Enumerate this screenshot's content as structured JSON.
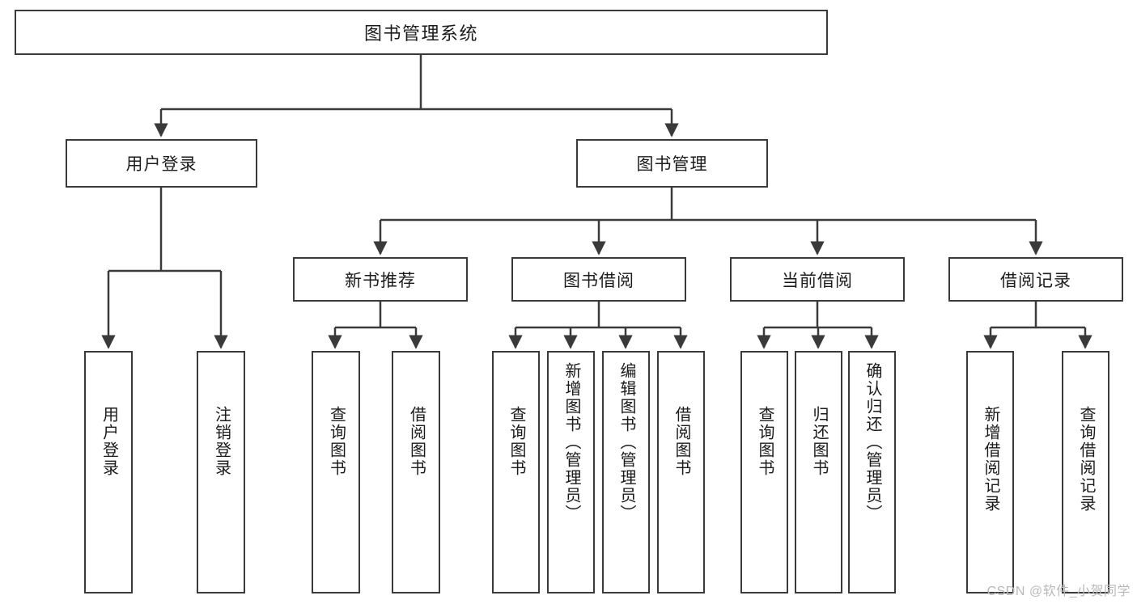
{
  "diagram": {
    "title": "图书管理系统",
    "root": {
      "id": "root",
      "label": "图书管理系统"
    },
    "level1": [
      {
        "id": "user-login",
        "label": "用户登录"
      },
      {
        "id": "book-manage",
        "label": "图书管理"
      }
    ],
    "level2": [
      {
        "id": "new-book-recommend",
        "label": "新书推荐"
      },
      {
        "id": "book-borrow",
        "label": "图书借阅"
      },
      {
        "id": "current-borrow",
        "label": "当前借阅"
      },
      {
        "id": "borrow-record",
        "label": "借阅记录"
      }
    ],
    "leaves": {
      "user_login": [
        {
          "id": "leaf-user-login",
          "label": "用户登录"
        },
        {
          "id": "leaf-logout",
          "label": "注销登录"
        }
      ],
      "new_book_recommend": [
        {
          "id": "leaf-query-book-1",
          "label": "查询图书"
        },
        {
          "id": "leaf-borrow-book-1",
          "label": "借阅图书"
        }
      ],
      "book_borrow": [
        {
          "id": "leaf-query-book-2",
          "label": "查询图书"
        },
        {
          "id": "leaf-add-book",
          "label": "新增图书（管理员）"
        },
        {
          "id": "leaf-edit-book",
          "label": "编辑图书（管理员）"
        },
        {
          "id": "leaf-borrow-book-2",
          "label": "借阅图书"
        }
      ],
      "current_borrow": [
        {
          "id": "leaf-query-book-3",
          "label": "查询图书"
        },
        {
          "id": "leaf-return-book",
          "label": "归还图书"
        },
        {
          "id": "leaf-confirm-return",
          "label": "确认归还（管理员）"
        }
      ],
      "borrow_record": [
        {
          "id": "leaf-add-record",
          "label": "新增借阅记录"
        },
        {
          "id": "leaf-query-record",
          "label": "查询借阅记录"
        }
      ]
    },
    "watermark": "CSDN @软件_小贺同学",
    "colors": {
      "stroke": "#3a3a3a",
      "text": "#1b1b1b",
      "background": "#ffffff",
      "watermark": "#b9b9b9"
    }
  }
}
